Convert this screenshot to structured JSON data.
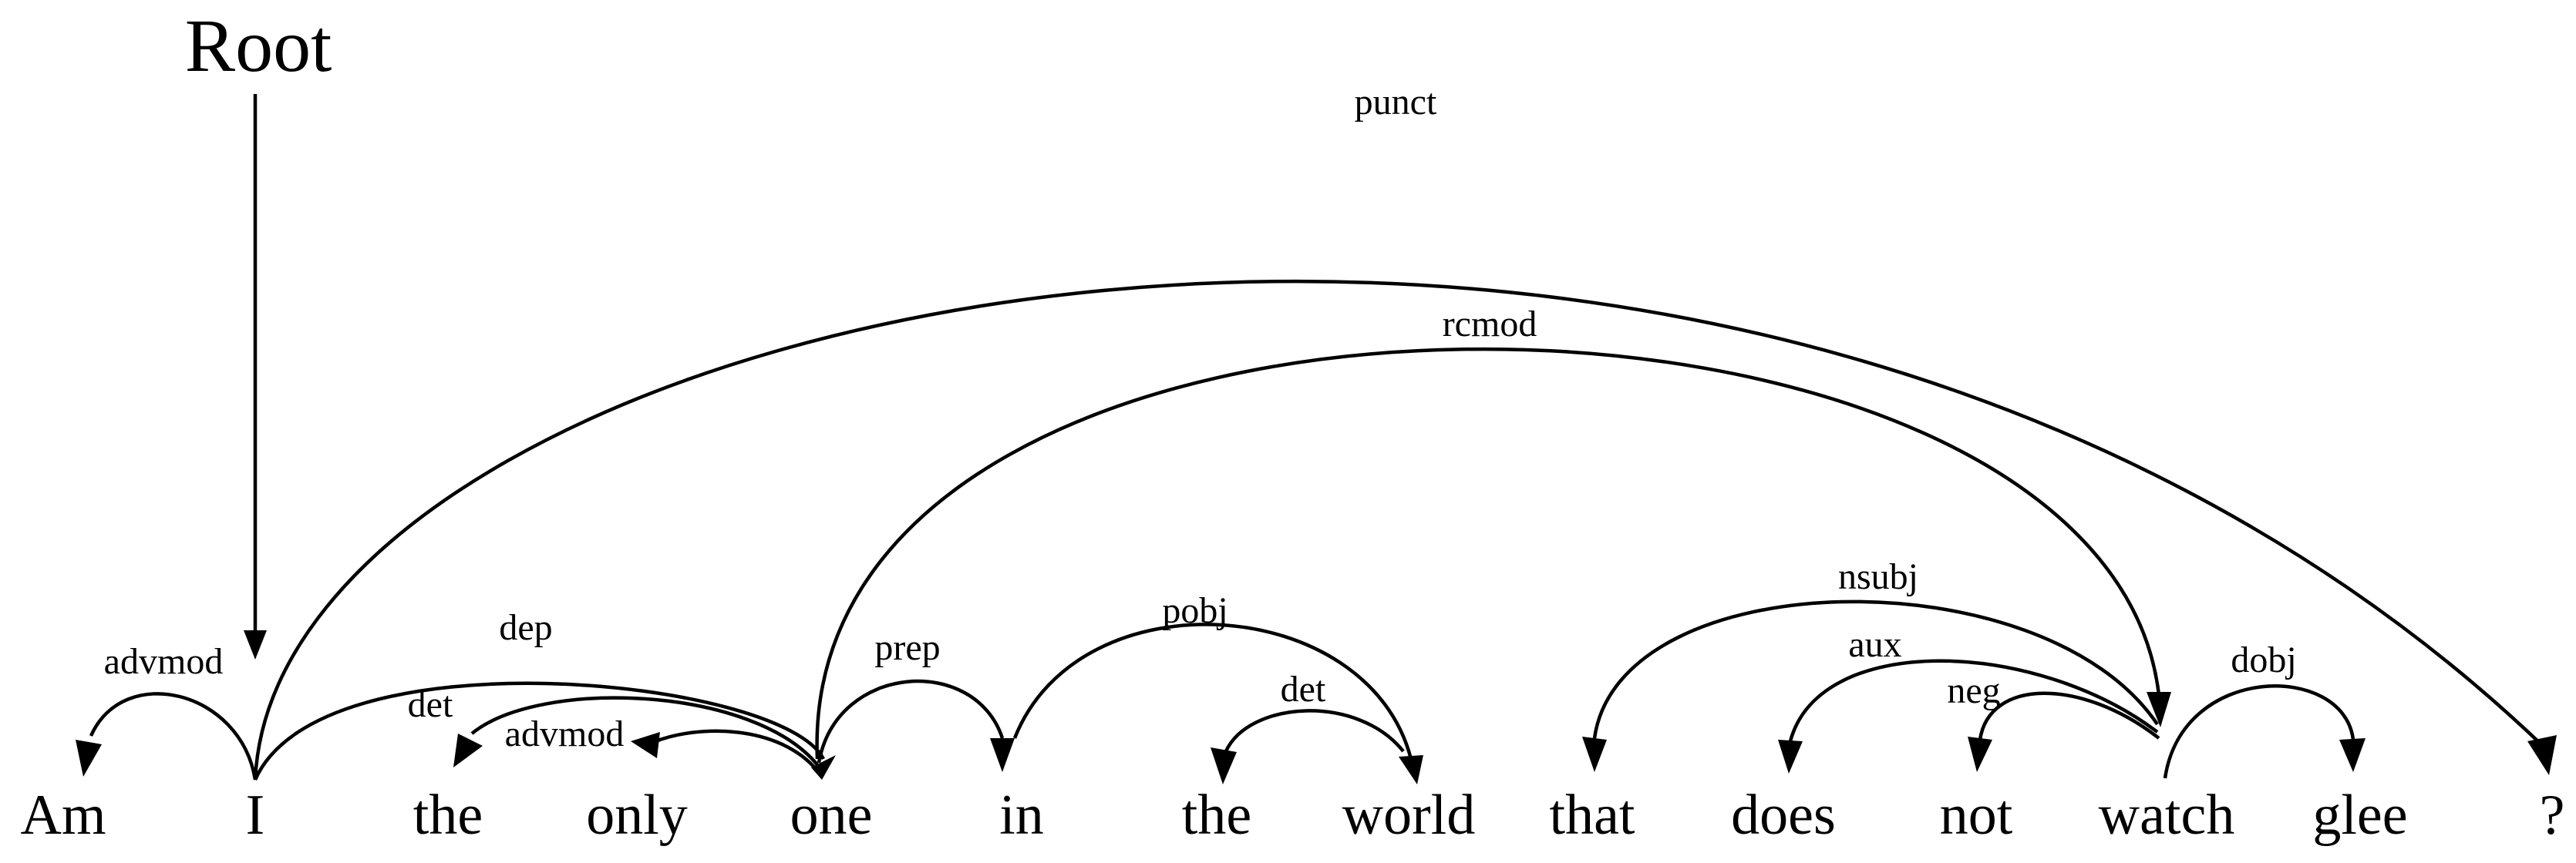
{
  "root_label": "Root",
  "words": [
    "Am",
    "I",
    "the",
    "only",
    "one",
    "in",
    "the",
    "world",
    "that",
    "does",
    "not",
    "watch",
    "glee",
    "?"
  ],
  "relations": [
    {
      "label": "advmod",
      "from": 1,
      "to": 0
    },
    {
      "label": "punct",
      "from": 1,
      "to": 13
    },
    {
      "label": "dep",
      "from": 1,
      "to": 4
    },
    {
      "label": "det",
      "from": 4,
      "to": 2
    },
    {
      "label": "advmod",
      "from": 4,
      "to": 3
    },
    {
      "label": "rcmod",
      "from": 4,
      "to": 11
    },
    {
      "label": "prep",
      "from": 4,
      "to": 5
    },
    {
      "label": "pobj",
      "from": 5,
      "to": 7
    },
    {
      "label": "det",
      "from": 7,
      "to": 6
    },
    {
      "label": "nsubj",
      "from": 11,
      "to": 8
    },
    {
      "label": "aux",
      "from": 11,
      "to": 9
    },
    {
      "label": "neg",
      "from": 11,
      "to": 10
    },
    {
      "label": "dobj",
      "from": 11,
      "to": 12
    }
  ]
}
